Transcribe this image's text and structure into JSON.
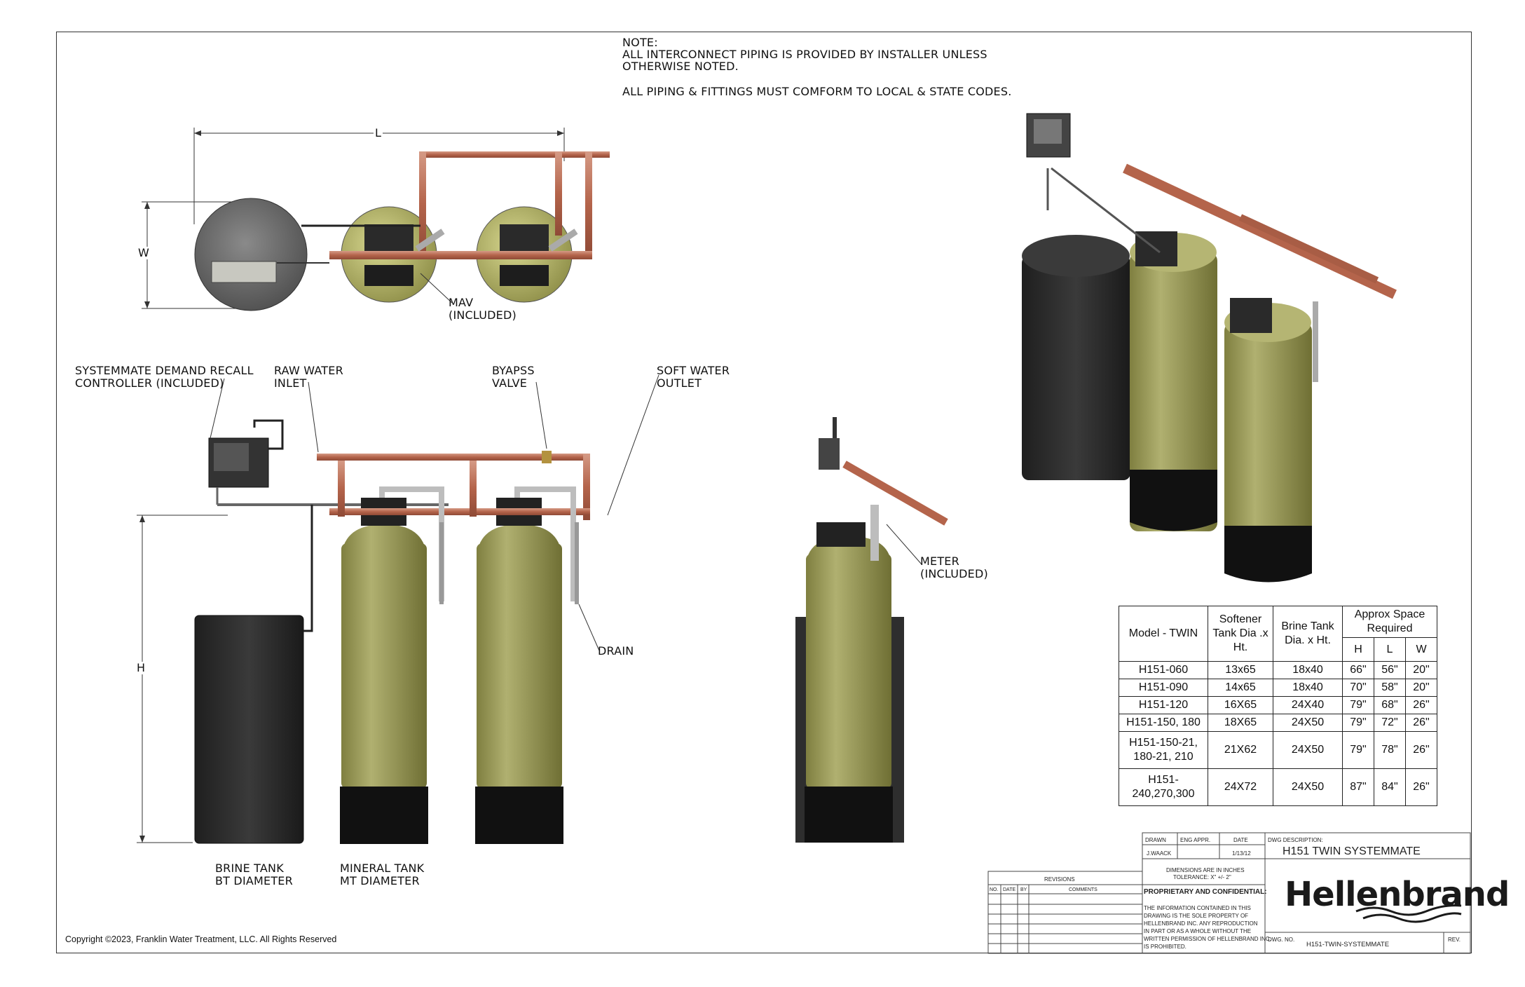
{
  "notes": {
    "line1": "NOTE:",
    "line2": "ALL INTERCONNECT PIPING IS PROVIDED BY INSTALLER UNLESS",
    "line3": "OTHERWISE NOTED.",
    "line4": "ALL PIPING & FITTINGS MUST COMFORM TO LOCAL & STATE CODES."
  },
  "dimensions": {
    "length": "L",
    "width": "W",
    "height": "H"
  },
  "callouts": {
    "mav_1": "MAV",
    "mav_2": "(INCLUDED)",
    "controller_1": "SYSTEMMATE DEMAND RECALL",
    "controller_2": "CONTROLLER (INCLUDED)",
    "raw_1": "RAW WATER",
    "raw_2": "INLET",
    "bypass_1": "BYAPSS",
    "bypass_2": "VALVE",
    "soft_1": "SOFT WATER",
    "soft_2": "OUTLET",
    "drain": "DRAIN",
    "meter_1": "METER",
    "meter_2": "(INCLUDED)",
    "brine_1": "BRINE TANK",
    "brine_2": "BT DIAMETER",
    "mineral_1": "MINERAL TANK",
    "mineral_2": "MT DIAMETER"
  },
  "spec_table": {
    "headers": {
      "model": "Model - TWIN",
      "softener": "Softener Tank Dia .x Ht.",
      "brine": "Brine Tank Dia. x Ht.",
      "space": "Approx Space Required",
      "h": "H",
      "l": "L",
      "w": "W"
    },
    "rows": [
      {
        "model": "H151-060",
        "softener": "13x65",
        "brine": "18x40",
        "h": "66\"",
        "l": "56\"",
        "w": "20\""
      },
      {
        "model": "H151-090",
        "softener": "14x65",
        "brine": "18x40",
        "h": "70\"",
        "l": "58\"",
        "w": "20\""
      },
      {
        "model": "H151-120",
        "softener": "16X65",
        "brine": "24X40",
        "h": "79\"",
        "l": "68\"",
        "w": "26\""
      },
      {
        "model": "H151-150, 180",
        "softener": "18X65",
        "brine": "24X50",
        "h": "79\"",
        "l": "72\"",
        "w": "26\""
      },
      {
        "model": "H151-150-21, 180-21, 210",
        "softener": "21X62",
        "brine": "24X50",
        "h": "79\"",
        "l": "78\"",
        "w": "26\""
      },
      {
        "model": "H151- 240,270,300",
        "softener": "24X72",
        "brine": "24X50",
        "h": "87\"",
        "l": "84\"",
        "w": "26\""
      }
    ]
  },
  "title_block": {
    "drawn_label": "DRAWN",
    "eng_label": "ENG APPR.",
    "date_label": "DATE",
    "desc_label": "DWG DESCRIPTION:",
    "drawn_by": "J.WAACK",
    "date": "1/13/12",
    "description": "H151 TWIN SYSTEMMATE",
    "dims_1": "DIMENSIONS ARE IN INCHES",
    "dims_2": "TOLERANCE: X\" +/- 2\"",
    "proprietary": "PROPRIETARY AND CONFIDENTIAL:",
    "prop_1": "THE INFORMATION CONTAINED IN THIS",
    "prop_2": "DRAWING IS THE SOLE PROPERTY OF",
    "prop_3": "HELLENBRAND INC.  ANY REPRODUCTION",
    "prop_4": "IN PART OR AS A WHOLE WITHOUT THE",
    "prop_5": "WRITTEN PERMISSION OF HELLENBRAND INC.",
    "prop_6": "IS PROHIBITED.",
    "logo": "Hellenbrand",
    "dwg_no_label": "DWG. NO.",
    "dwg_no": "H151-TWIN-SYSTEMMATE",
    "rev_label": "REV.",
    "revisions": "REVISIONS",
    "rev_no": "NO.",
    "rev_date": "DATE",
    "rev_by": "BY",
    "rev_comments": "COMMENTS"
  },
  "copyright": "Copyright ©2023, Franklin Water Treatment, LLC.  All Rights Reserved",
  "colors": {
    "tank_olive": "#9a9a58",
    "tank_base": "#111111",
    "brine_tank": "#2f2f2f",
    "copper_pipe": "#b8705a",
    "pvc_pipe": "#c8c8c8",
    "brass": "#b3923f"
  }
}
